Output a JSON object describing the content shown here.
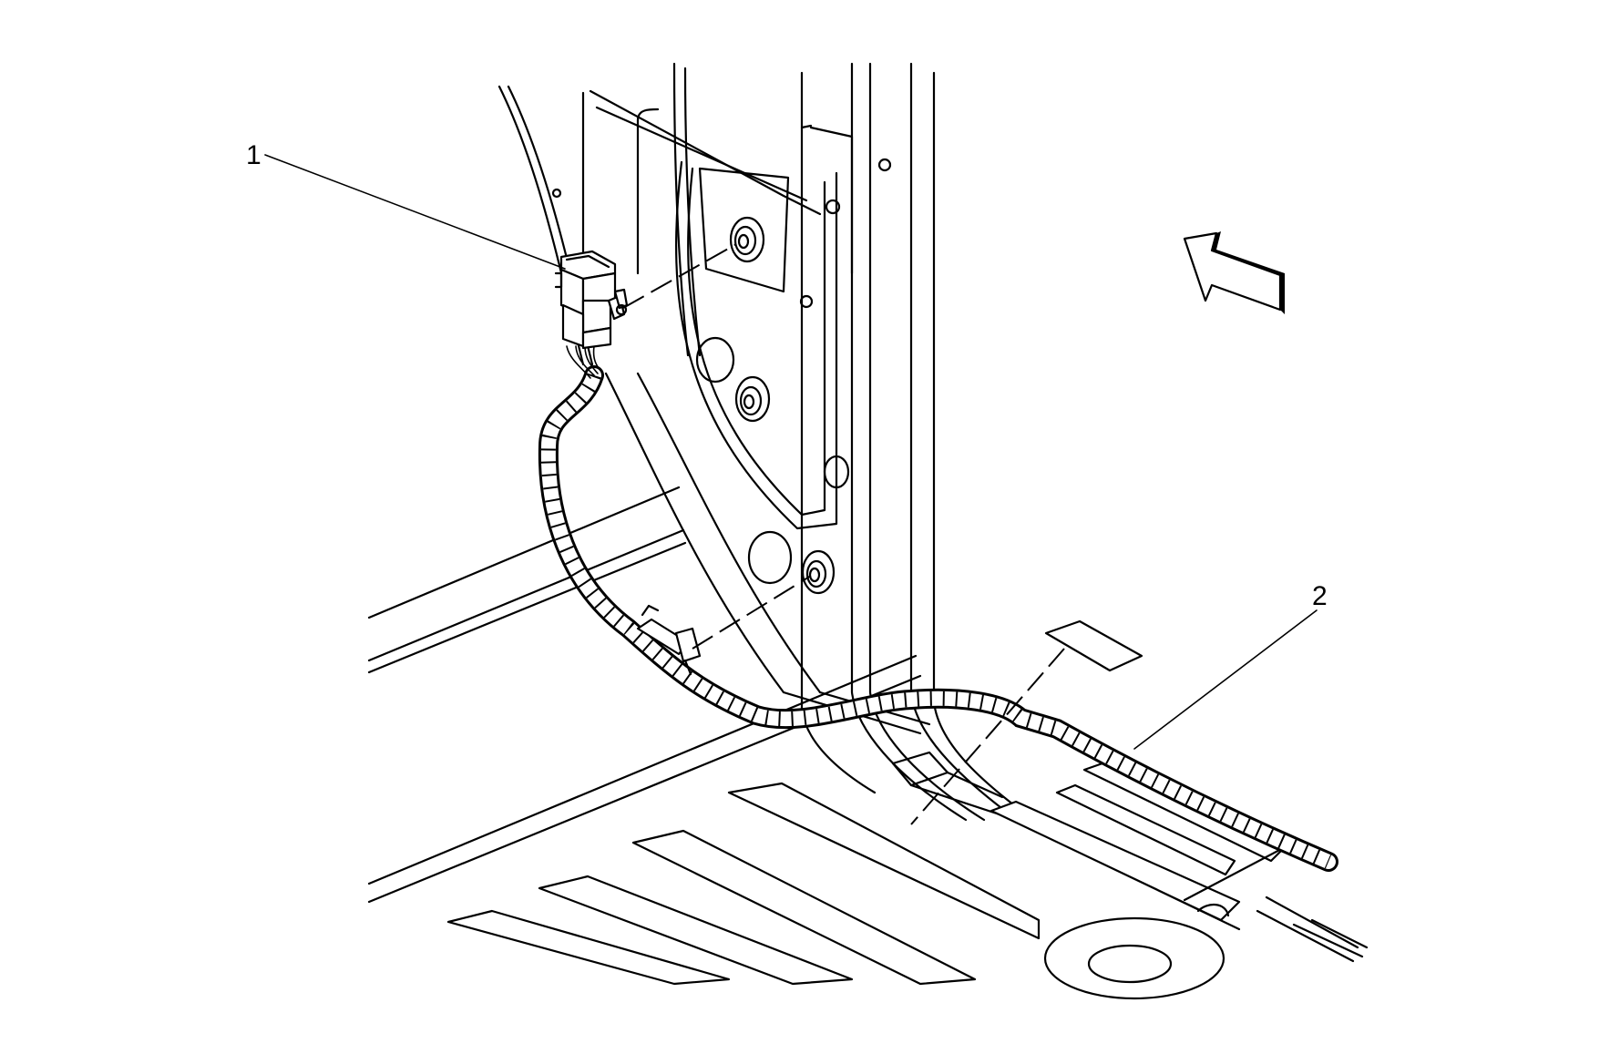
{
  "callouts": [
    {
      "id": "1",
      "label": "1"
    },
    {
      "id": "2",
      "label": "2"
    }
  ],
  "colors": {
    "line": "#000000",
    "background": "#ffffff"
  },
  "icons": {
    "direction": "front-direction-arrow-icon"
  }
}
